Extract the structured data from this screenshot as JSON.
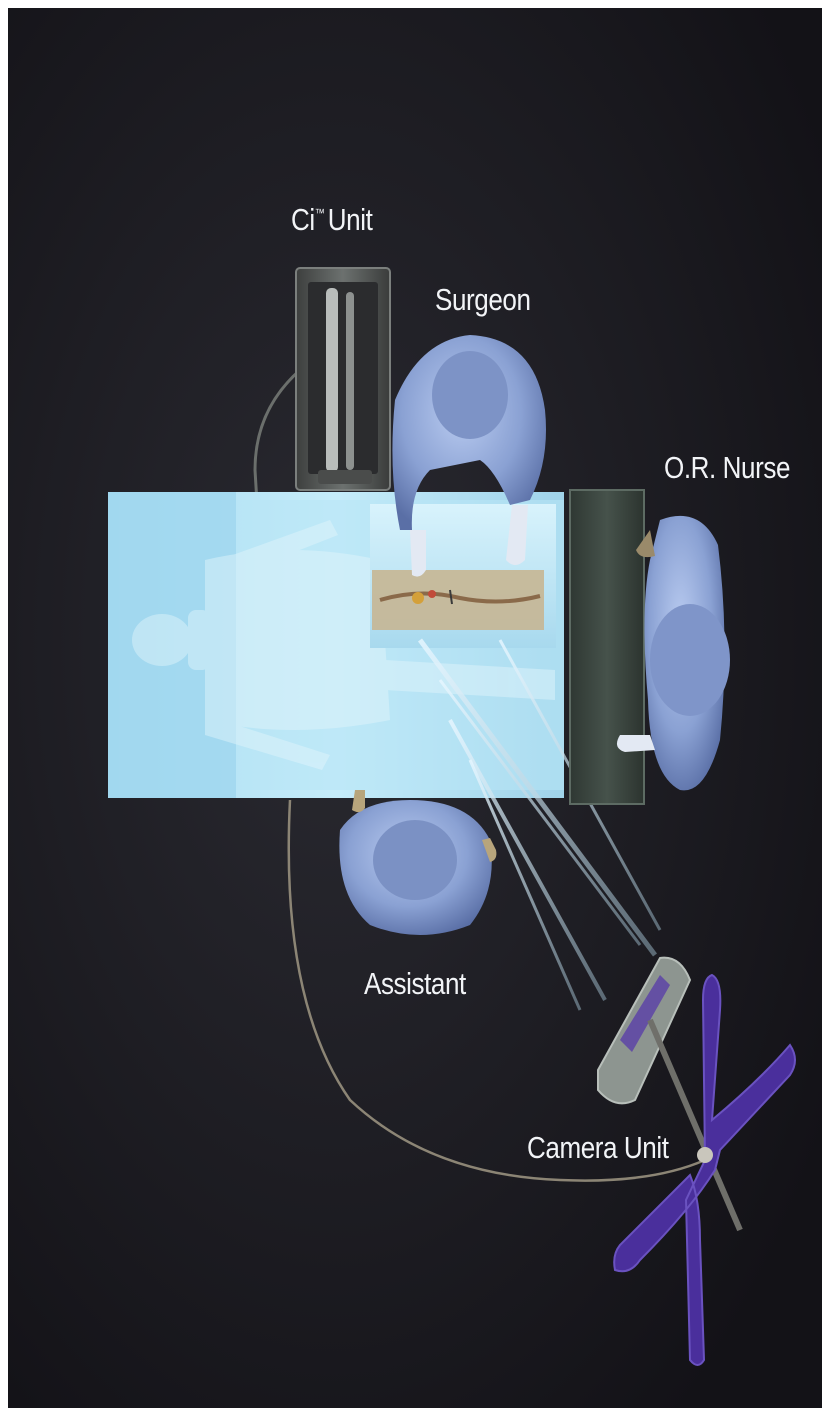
{
  "diagram": {
    "labels": {
      "ci_unit": "Ci",
      "ci_unit_tm": "™",
      "ci_unit_suffix": "Unit",
      "surgeon": "Surgeon",
      "or_nurse": "O.R. Nurse",
      "assistant": "Assistant",
      "camera_unit": "Camera Unit"
    },
    "colors": {
      "background": "#18161c",
      "table": "#b7e6f7",
      "gown": "#8fa8d8",
      "instrument_tray": "#3b463f",
      "camera_stand": "#4b2f9e",
      "ci_unit_console": "#565b59"
    }
  }
}
